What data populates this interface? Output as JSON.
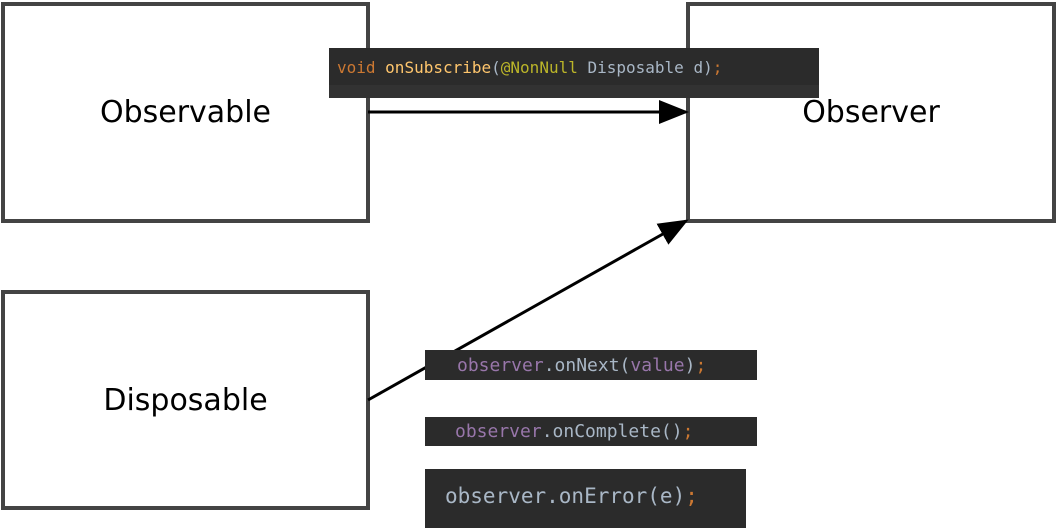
{
  "nodes": {
    "observable": "Observable",
    "observer": "Observer",
    "disposable": "Disposable"
  },
  "code": {
    "on_subscribe": {
      "kw": "void",
      "fn": "onSubscribe",
      "open": "(",
      "annotation": "@NonNull",
      "rest": " Disposable d)",
      "semi": ";"
    },
    "on_next": {
      "obj": "observer",
      "call": ".onNext(",
      "arg": "value",
      "close": ")",
      "semi": ";"
    },
    "on_complete": {
      "obj": "observer",
      "call": ".onComplete()",
      "semi": ";"
    },
    "on_error": {
      "text": "observer.onError(e)",
      "semi": ";"
    }
  },
  "colors": {
    "code_bg": "#2b2b2b",
    "box_border": "#444444",
    "keyword": "#cc7832",
    "method": "#ffc66d",
    "annotation": "#bbb529",
    "field": "#9876aa"
  }
}
